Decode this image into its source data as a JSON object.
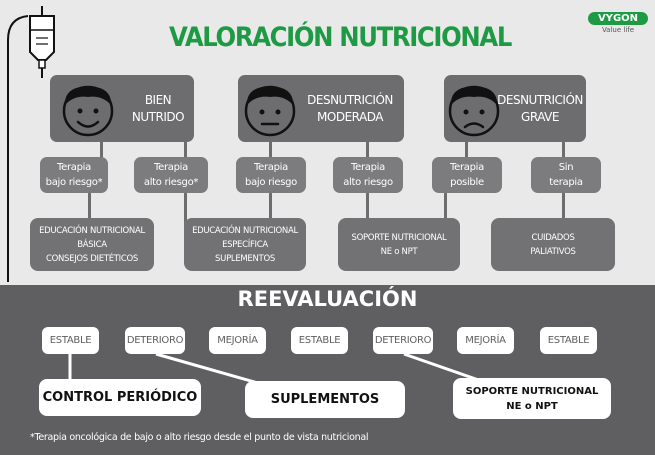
{
  "title": "VALORACIÓN NUTRICIONAL",
  "brand": {
    "name": "VYGON",
    "tagline": "Value life"
  },
  "categories": [
    {
      "label_1": "BIEN",
      "label_2": "NUTRIDO",
      "face": "happy"
    },
    {
      "label_1": "DESNUTRICIÓN",
      "label_2": "MODERADA",
      "face": "neutral"
    },
    {
      "label_1": "DESNUTRICIÓN",
      "label_2": "GRAVE",
      "face": "sad"
    }
  ],
  "therapies": [
    {
      "line_1": "Terapia",
      "line_2": "bajo riesgo*"
    },
    {
      "line_1": "Terapia",
      "line_2": "alto riesgo*"
    },
    {
      "line_1": "Terapia",
      "line_2": "bajo  riesgo"
    },
    {
      "line_1": "Terapia",
      "line_2": "alto riesgo"
    },
    {
      "line_1": "Terapia",
      "line_2": "posible"
    },
    {
      "line_1": "Sin",
      "line_2": "terapia"
    }
  ],
  "outcomes": [
    {
      "lines": [
        "EDUCACIÓN NUTRICIONAL",
        "BÁSICA",
        "CONSEJOS DIETÉTICOS"
      ]
    },
    {
      "lines": [
        "EDUCACIÓN NUTRICIONAL",
        "ESPECÍFICA",
        "SUPLEMENTOS"
      ]
    },
    {
      "lines": [
        "SOPORTE NUTRICIONAL",
        "NE o NPT"
      ]
    },
    {
      "lines": [
        "CUIDADOS",
        "PALIATIVOS"
      ]
    }
  ],
  "reevaluation": {
    "title": "REEVALUACIÓN",
    "statuses": [
      "ESTABLE",
      "DETERIORO",
      "MEJORÍA",
      "ESTABLE",
      "DETERIORO",
      "MEJORÍA",
      "ESTABLE"
    ],
    "results": [
      {
        "lines": [
          "CONTROL PERIÓDICO"
        ]
      },
      {
        "lines": [
          "SUPLEMENTOS"
        ]
      },
      {
        "lines": [
          "SOPORTE NUTRICIONAL",
          "NE o NPT"
        ]
      }
    ]
  },
  "footnote": "*Terapia oncológica de bajo o alto riesgo desde el punto de vista nutricional",
  "colors": {
    "title_green": "#1f9a44",
    "box_gray": "#6d6d6f",
    "band_gray": "#5f5f61",
    "background": "#e9e9e9"
  }
}
